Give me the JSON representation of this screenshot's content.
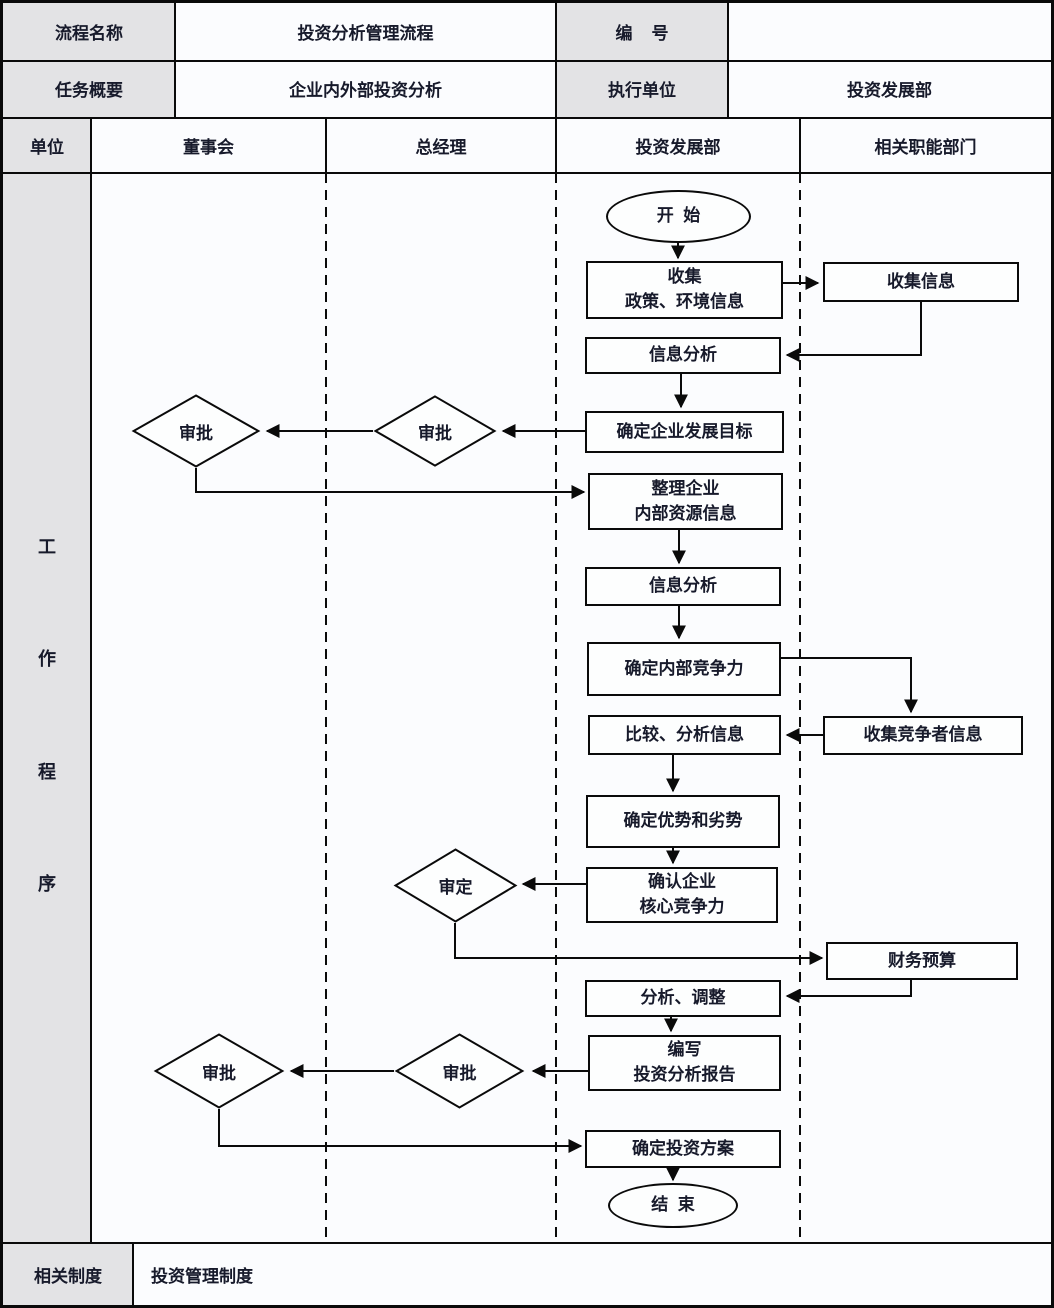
{
  "header": {
    "process_name_label": "流程名称",
    "process_name_value": "投资分析管理流程",
    "number_label": "编    号",
    "number_value": "",
    "task_summary_label": "任务概要",
    "task_summary_value": "企业内外部投资分析",
    "executing_unit_label": "执行单位",
    "executing_unit_value": "投资发展部"
  },
  "lanes": {
    "unit_label": "单位",
    "board": "董事会",
    "general_manager": "总经理",
    "investment_dept": "投资发展部",
    "related_depts": "相关职能部门"
  },
  "sidebar": {
    "chars": [
      "工",
      "作",
      "程",
      "序"
    ]
  },
  "footer": {
    "related_system_label": "相关制度",
    "related_system_value": "投资管理制度"
  },
  "nodes": {
    "start": "开  始",
    "collect_policy_line1": "收集",
    "collect_policy_line2": "政策、环境信息",
    "collect_info": "收集信息",
    "info_analysis_1": "信息分析",
    "set_goal": "确定企业发展目标",
    "approve_gm_1": "审批",
    "approve_board_1": "审批",
    "organize_line1": "整理企业",
    "organize_line2": "内部资源信息",
    "info_analysis_2": "信息分析",
    "internal_competitiveness": "确定内部竞争力",
    "compare_analyze": "比较、分析信息",
    "collect_competitor": "收集竞争者信息",
    "strengths_weaknesses": "确定优势和劣势",
    "confirm_core_line1": "确认企业",
    "confirm_core_line2": "核心竞争力",
    "review": "审定",
    "budget": "财务预算",
    "analyze_adjust": "分析、调整",
    "write_report_line1": "编写",
    "write_report_line2": "投资分析报告",
    "approve_gm_2": "审批",
    "approve_board_2": "审批",
    "investment_plan": "确定投资方案",
    "end": "结  束"
  },
  "colors": {
    "cell_gray": "#e3e3e5",
    "line_black": "#0a0a0a",
    "text_dark": "#171a2b",
    "background": "#fbfcfe"
  }
}
